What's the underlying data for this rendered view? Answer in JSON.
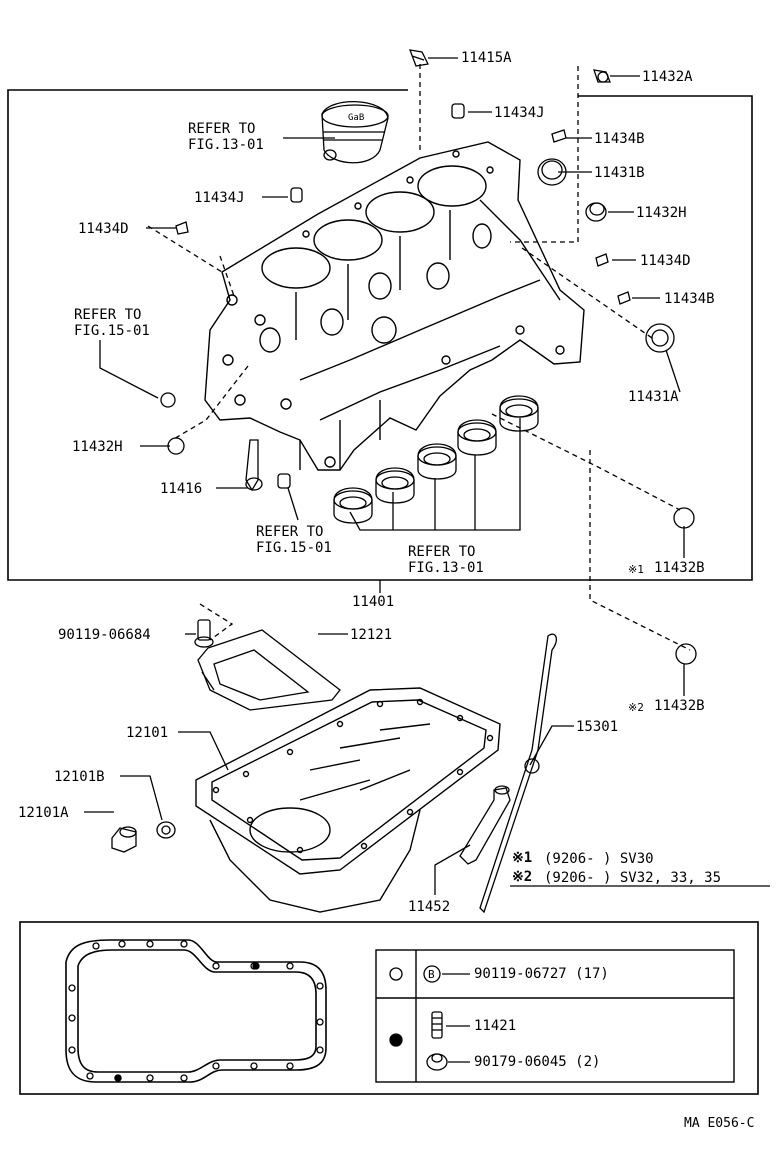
{
  "parts": {
    "p11415A": "11415A",
    "p11432A": "11432A",
    "p11434J_top": "11434J",
    "p11434B_top": "11434B",
    "p11431B": "11431B",
    "p11434J_mid": "11434J",
    "p11434D_left": "11434D",
    "p11432H_right": "11432H",
    "p11434D_right": "11434D",
    "p11434B_right": "11434B",
    "p11431A": "11431A",
    "p11432H_left": "11432H",
    "p11416": "11416",
    "p11432B_1": "11432B",
    "p11401": "11401",
    "p90119_06684": "90119-06684",
    "p12121": "12121",
    "p11432B_2": "11432B",
    "p12101": "12101",
    "p15301": "15301",
    "p12101B": "12101B",
    "p12101A": "12101A",
    "p11452": "11452"
  },
  "refs": {
    "fig13_top_1": "REFER TO",
    "fig13_top_2": "FIG.13-01",
    "fig15_left_1": "REFER TO",
    "fig15_left_2": "FIG.15-01",
    "fig15_bot_1": "REFER TO",
    "fig15_bot_2": "FIG.15-01",
    "fig13_bot_1": "REFER TO",
    "fig13_bot_2": "FIG.13-01"
  },
  "marks": {
    "m1": "※1",
    "m2": "※2"
  },
  "notes": {
    "n1_mark": "※1",
    "n1_text": "(9206-      ) SV30",
    "n2_mark": "※2",
    "n2_text": "(9206-      ) SV32, 33, 35"
  },
  "legend": {
    "b_mark": "B",
    "row1": "90119-06727 (17)",
    "row2a": "11421",
    "row2b": "90179-06045 (2)"
  },
  "figure_code": "MA E056-C"
}
